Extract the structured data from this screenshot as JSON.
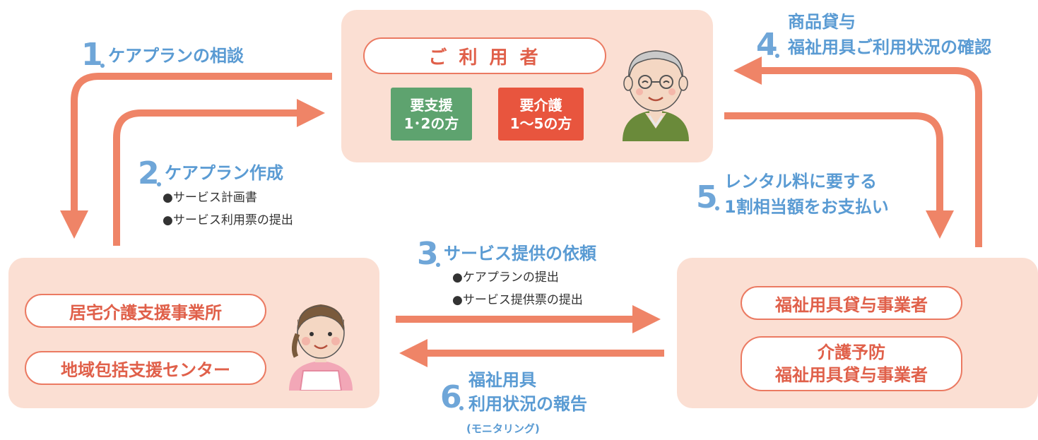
{
  "user_box": {
    "label": "ご 利 用 者",
    "badge_support": {
      "line1": "要支援",
      "line2": "1･2の方",
      "color": "#5ea36f"
    },
    "badge_care": {
      "line1": "要介護",
      "line2": "1〜5の方",
      "color": "#e8553e"
    }
  },
  "left_box": {
    "item1": "居宅介護支援事業所",
    "item2": "地域包括支援センター"
  },
  "right_box": {
    "item1": "福祉用具貸与事業者",
    "item2_line1": "介護予防",
    "item2_line2": "福祉用具貸与事業者"
  },
  "steps": {
    "s1": {
      "num": "1",
      "title": "ケアプランの相談"
    },
    "s2": {
      "num": "2",
      "title": "ケアプラン作成",
      "bullets": [
        "●サービス計画書",
        "●サービス利用票の提出"
      ]
    },
    "s3": {
      "num": "3",
      "title": "サービス提供の依頼",
      "bullets": [
        "●ケアプランの提出",
        "●サービス提供票の提出"
      ]
    },
    "s4": {
      "num": "4",
      "line1": "商品貸与",
      "line2": "福祉用具ご利用状況の確認"
    },
    "s5": {
      "num": "5",
      "line1": "レンタル料に要する",
      "line2": "1割相当額をお支払い"
    },
    "s6": {
      "num": "6",
      "line1": "福祉用具",
      "line2": "利用状況の報告",
      "sub": "(モニタリング)"
    }
  },
  "colors": {
    "arrow": "#ef8467",
    "box_bg": "#fbdfd3",
    "pill_border": "#eb7a62",
    "step_blue": "#6fa6d8"
  },
  "icons": {
    "elderly": "elderly-man-icon",
    "staff": "care-staff-woman-icon"
  }
}
